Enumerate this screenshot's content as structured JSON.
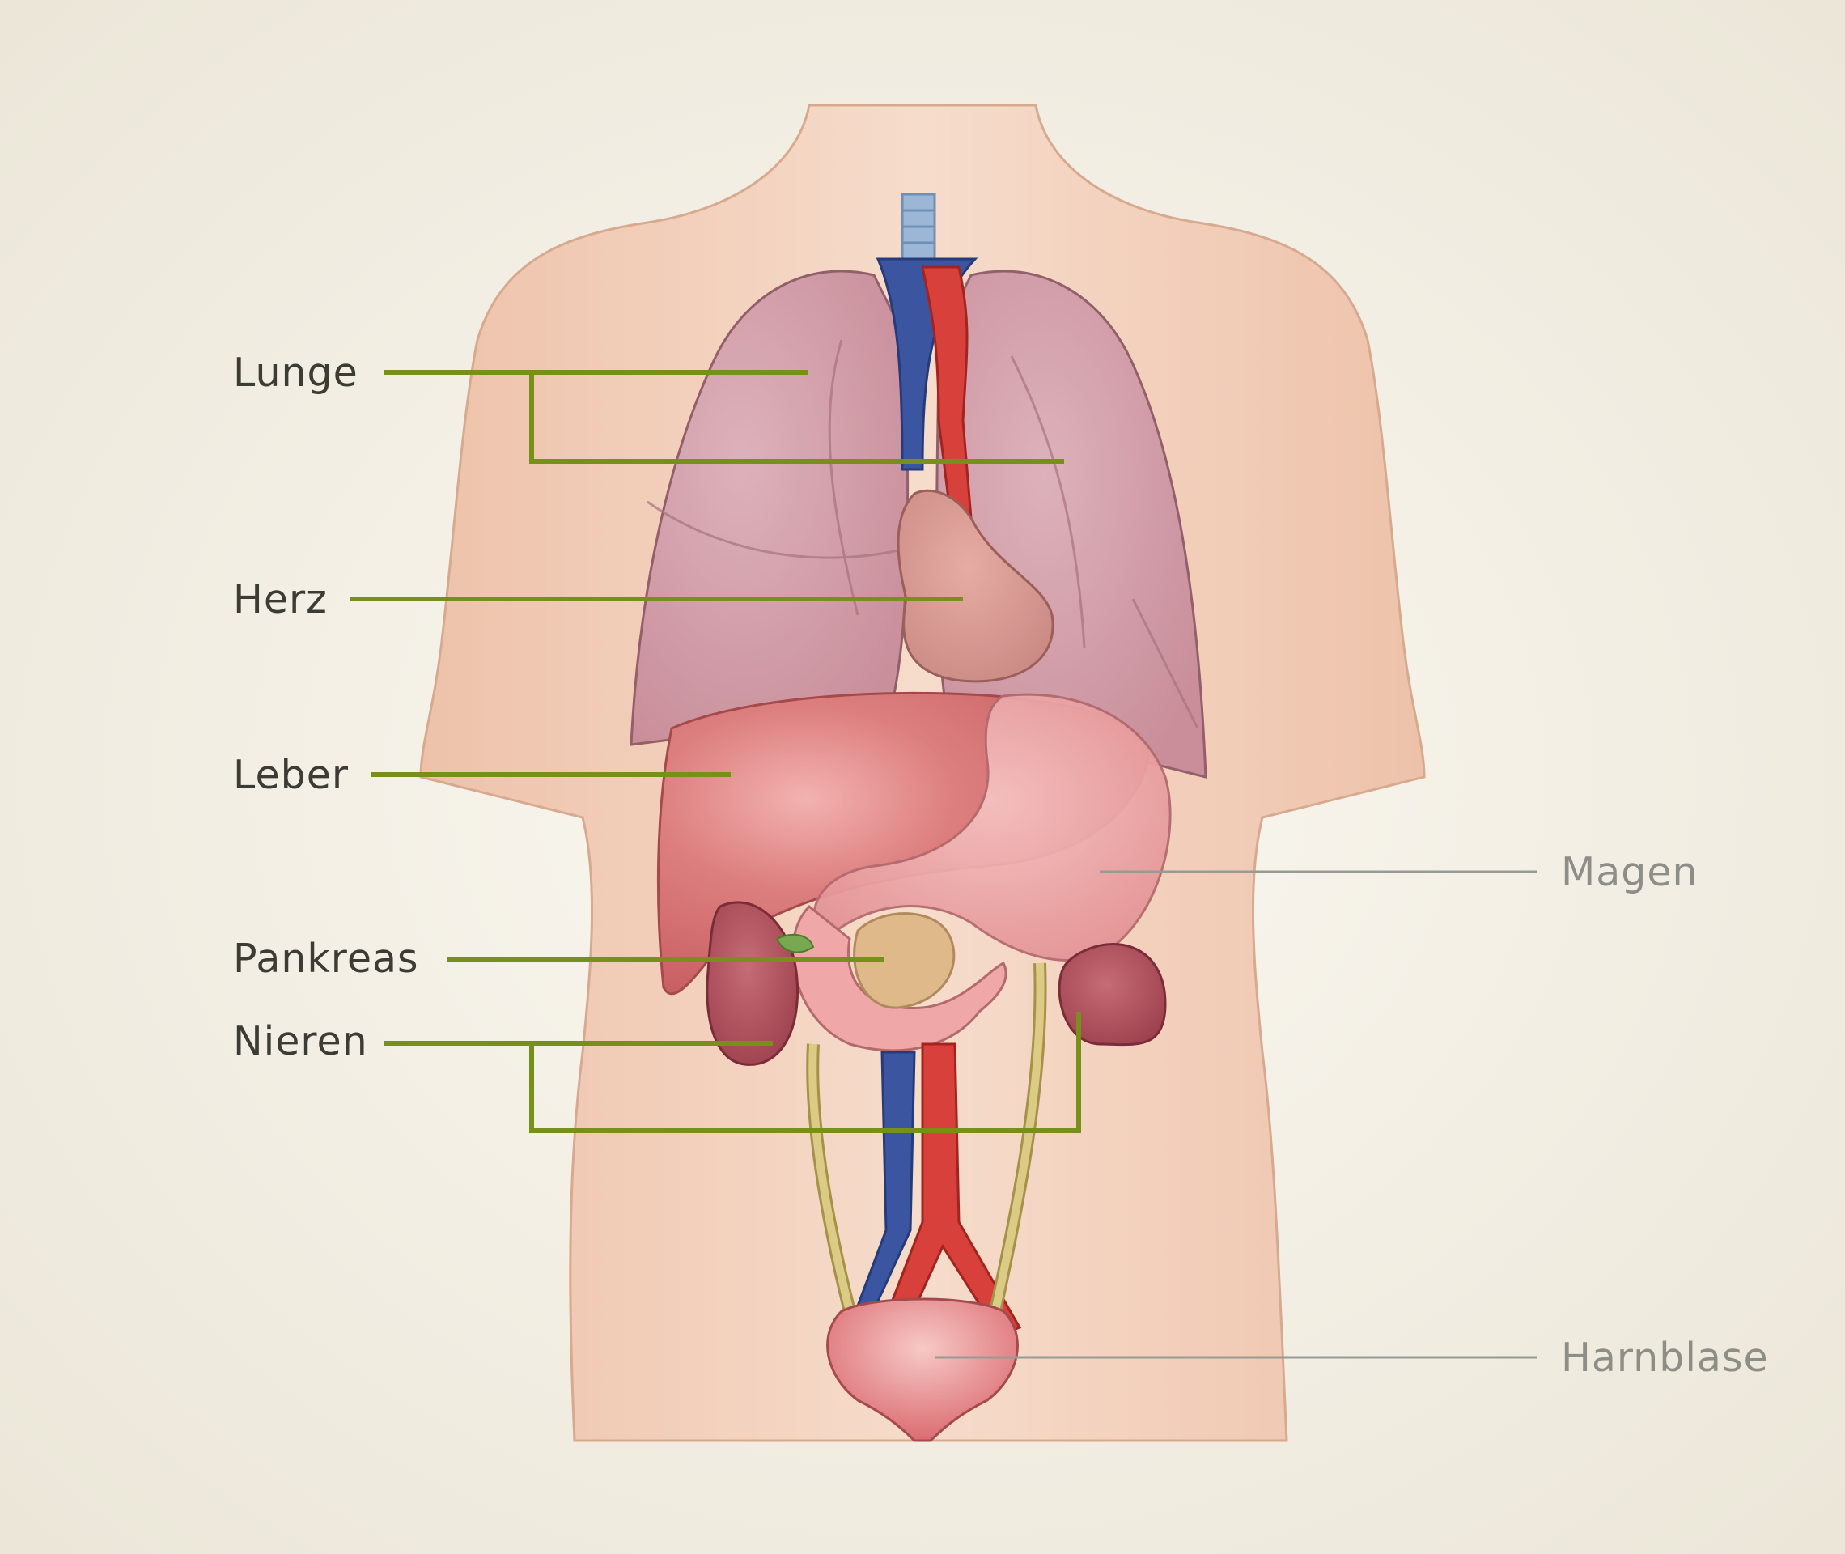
{
  "colors": {
    "background": "#efeadd",
    "skin": "#f3d2bd",
    "lung": "#cf99a6",
    "liver": "#d56e6f",
    "vein": "#3b55a1",
    "artery": "#d8403c",
    "kidney": "#a84b56",
    "ureter": "#dccb85",
    "pancreas": "#e0b98a",
    "accent_line": "#76901a",
    "secondary_line": "#9a9a94"
  },
  "labels": {
    "lunge": "Lunge",
    "herz": "Herz",
    "leber": "Leber",
    "pankreas": "Pankreas",
    "nieren": "Nieren",
    "magen": "Magen",
    "harnblase": "Harnblase"
  }
}
